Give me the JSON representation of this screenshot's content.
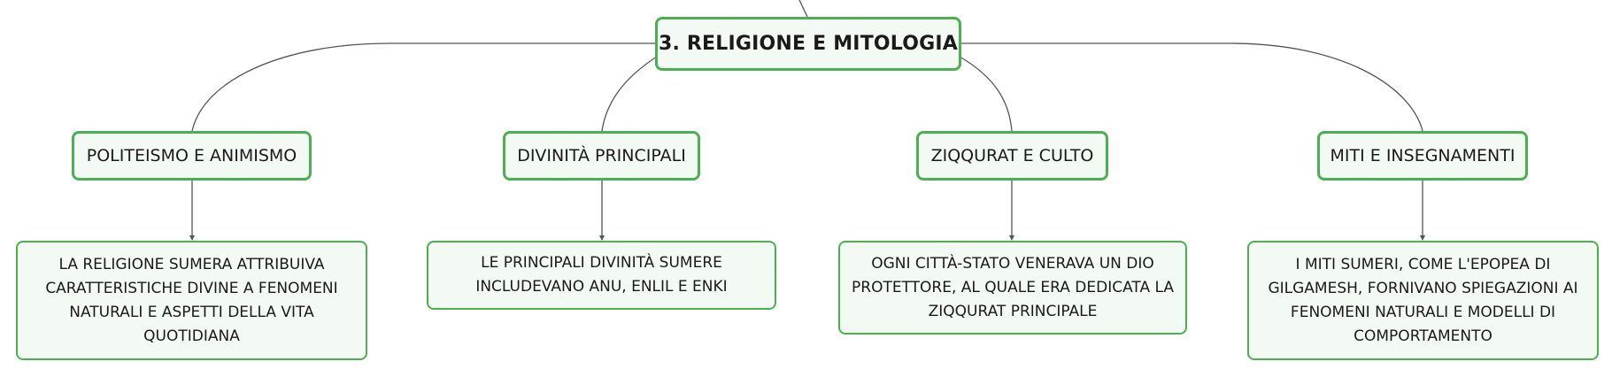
{
  "root": {
    "label": "3. RELIGIONE E MITOLOGIA"
  },
  "topics": [
    {
      "label": "POLITEISMO E ANIMISMO"
    },
    {
      "label": "DIVINITÀ PRINCIPALI"
    },
    {
      "label": "ZIQQURAT E CULTO"
    },
    {
      "label": "MITI E INSEGNAMENTI"
    }
  ],
  "details": [
    {
      "text": "LA RELIGIONE SUMERA ATTRIBUIVA CARATTERISTICHE DIVINE A FENOMENI NATURALI E ASPETTI DELLA VITA QUOTIDIANA"
    },
    {
      "text": "LE PRINCIPALI DIVINITÀ SUMERE INCLUDEVANO ANU, ENLIL E ENKI"
    },
    {
      "text": "OGNI CITTÀ-STATO VENERAVA UN DIO PROTETTORE, AL QUALE ERA DEDICATA LA ZIQQURAT PRINCIPALE"
    },
    {
      "text": "I MITI SUMERI, COME L'EPOPEA DI GILGAMESH, FORNIVANO SPIEGAZIONI AI FENOMENI NATURALI E MODELLI DI COMPORTAMENTO"
    }
  ],
  "colors": {
    "node_border": "#4caf50",
    "node_fill": "#f3faf4",
    "connector": "#555555"
  }
}
